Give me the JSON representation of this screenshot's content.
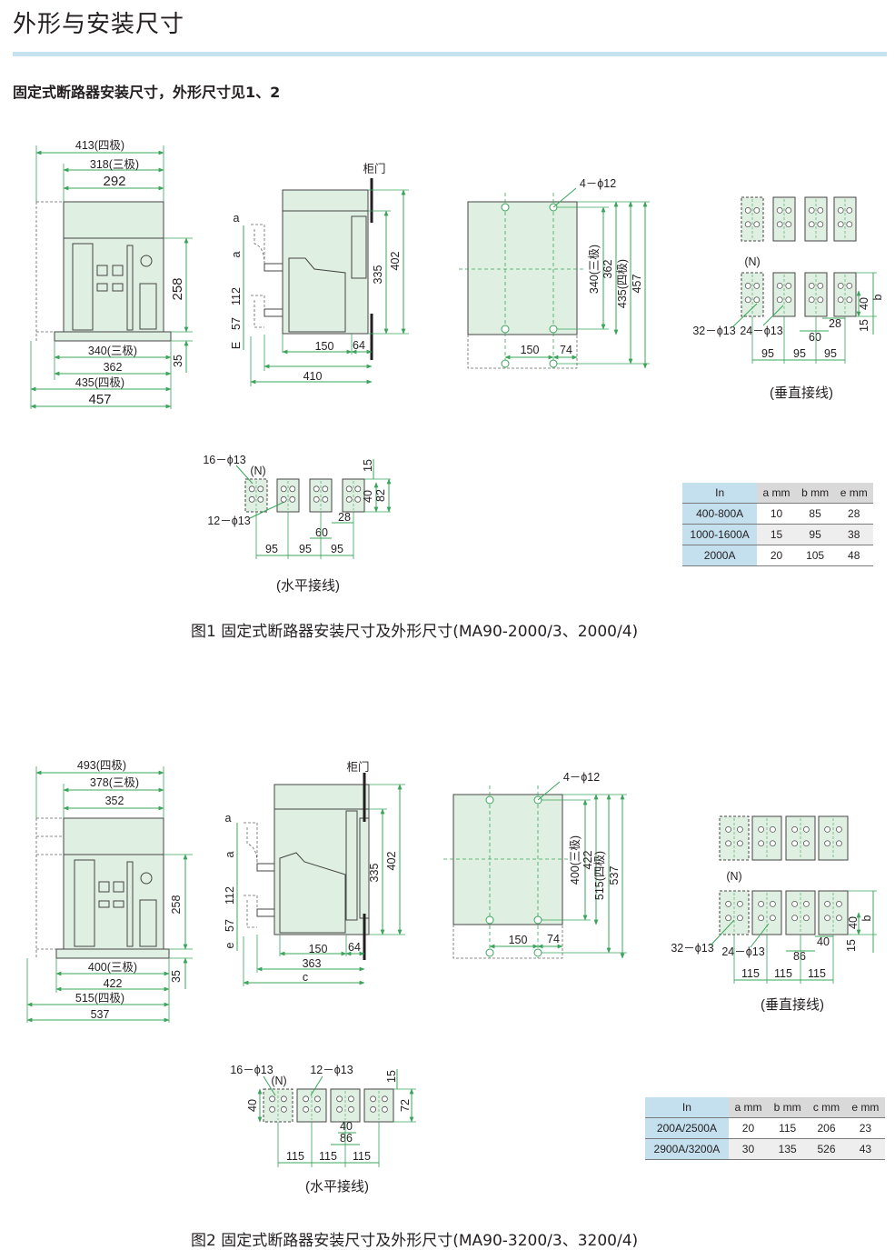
{
  "page": {
    "title": "外形与安装尺寸",
    "subtitle": "固定式断路器安装尺寸，外形尺寸见1、2"
  },
  "colors": {
    "body_fill": "#dff0e2",
    "dimension": "#3aa45a",
    "rule": "#c6e1ef",
    "table_header": "#c4dfee"
  },
  "fig1": {
    "front": {
      "w413": "413(四极)",
      "w318": "318(三极)",
      "w292": "292",
      "h258": "258",
      "h35": "35",
      "w340": "340(三极)",
      "w362": "362",
      "w435": "435(四极)",
      "w457": "457"
    },
    "side": {
      "door": "柜门",
      "a1": "a",
      "a2": "a",
      "h112": "112",
      "h57": "57",
      "e": "E",
      "h335": "335",
      "h402": "402",
      "w150": "150",
      "w64": "64",
      "w410": "410"
    },
    "mount": {
      "holes": "4－ϕ12",
      "h340": "340(三极)",
      "h362": "362",
      "h435": "435(四极)",
      "h457": "457",
      "w150": "150",
      "w74": "74"
    },
    "vertical": {
      "n": "(N)",
      "holes32": "32－ϕ13",
      "holes24": "24－ϕ13",
      "d28": "28",
      "d60": "60",
      "d40": "40",
      "b": "b",
      "d15": "15",
      "p1": "95",
      "p2": "95",
      "p3": "95",
      "label": "(垂直接线)"
    },
    "horizontal": {
      "holes16": "16－ϕ13",
      "n": "(N)",
      "holes12": "12－ϕ13",
      "d15": "15",
      "d40": "40",
      "d82": "82",
      "d28": "28",
      "d60": "60",
      "p1": "95",
      "p2": "95",
      "p3": "95",
      "label": "(水平接线)"
    },
    "table": {
      "headers": [
        "In",
        "a mm",
        "b mm",
        "e mm"
      ],
      "rows": [
        [
          "400-800A",
          "10",
          "85",
          "28"
        ],
        [
          "1000-1600A",
          "15",
          "95",
          "38"
        ],
        [
          "2000A",
          "20",
          "105",
          "48"
        ]
      ]
    },
    "caption": "图1 固定式断路器安装尺寸及外形尺寸(MA90-2000/3、2000/4)"
  },
  "fig2": {
    "front": {
      "w493": "493(四极)",
      "w378": "378(三极)",
      "w352": "352",
      "h258": "258",
      "h35": "35",
      "w400": "400(三极)",
      "w422": "422",
      "w515": "515(四极)",
      "w537": "537"
    },
    "side": {
      "door": "柜门",
      "a1": "a",
      "a2": "a",
      "h112": "112",
      "h57": "57",
      "e": "e",
      "h335": "335",
      "h402": "402",
      "w150": "150",
      "w64": "64",
      "w363": "363",
      "c": "c"
    },
    "mount": {
      "holes": "4－ϕ12",
      "h400": "400(三极)",
      "h422": "422",
      "h515": "515(四极)",
      "h537": "537",
      "w150": "150",
      "w74": "74"
    },
    "vertical": {
      "n": "(N)",
      "holes32": "32－ϕ13",
      "holes24": "24－ϕ13",
      "d40a": "40",
      "d86": "86",
      "d40": "40",
      "b": "b",
      "d15": "15",
      "p1": "115",
      "p2": "115",
      "p3": "115",
      "label": "(垂直接线)"
    },
    "horizontal": {
      "holes16": "16－ϕ13",
      "holes12": "12－ϕ13",
      "n": "(N)",
      "d40v": "40",
      "d15": "15",
      "d72": "72",
      "d40": "40",
      "d86": "86",
      "p1": "115",
      "p2": "115",
      "p3": "115",
      "label": "(水平接线)"
    },
    "table": {
      "headers": [
        "In",
        "a mm",
        "b mm",
        "c mm",
        "e mm"
      ],
      "rows": [
        [
          "200A/2500A",
          "20",
          "115",
          "206",
          "23"
        ],
        [
          "2900A/3200A",
          "30",
          "135",
          "526",
          "43"
        ]
      ]
    },
    "caption": "图2 固定式断路器安装尺寸及外形尺寸(MA90-3200/3、3200/4)"
  }
}
